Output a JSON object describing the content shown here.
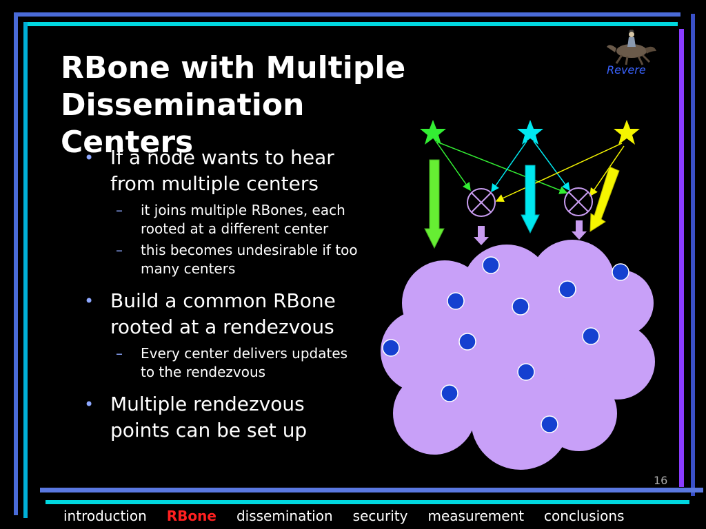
{
  "slide": {
    "title_lines": [
      "RBone with Multiple Dissemination",
      "Centers"
    ],
    "logo_caption": "Revere",
    "page_number": "16"
  },
  "content": {
    "bullet1": {
      "text_lines": [
        "If a node wants to hear",
        "from multiple centers"
      ],
      "subs": [
        [
          "it joins multiple RBones, each",
          "rooted at a different center"
        ],
        [
          "this becomes undesirable if too",
          "many centers"
        ]
      ]
    },
    "bullet2": {
      "text_lines": [
        "Build a common RBone",
        "rooted at a rendezvous"
      ],
      "subs": [
        [
          "Every center delivers updates",
          "to the rendezvous"
        ]
      ]
    },
    "bullet3": {
      "text_lines": [
        "Multiple rendezvous",
        "points can be set up"
      ]
    }
  },
  "nav": {
    "items": [
      "introduction",
      "RBone",
      "dissemination",
      "security",
      "measurement",
      "conclusions"
    ],
    "active_index": 1
  },
  "colors": {
    "background": "#000000",
    "stripe_blue": "#4a6bd8",
    "stripe_cyan": "#00e0e0",
    "stripe_purple": "#8a3cff",
    "cloud": "#c8a0f8",
    "node": "#1540d0",
    "center_green": "#33ee33",
    "center_cyan": "#00e8f0",
    "center_yellow": "#f5f500",
    "rendezvous": "#c89cf0",
    "nav_active": "#ff2020"
  },
  "icons": {
    "centers": "star-icon",
    "rendezvous": "crossed-circle-icon",
    "logo": "horse-rider-icon"
  }
}
